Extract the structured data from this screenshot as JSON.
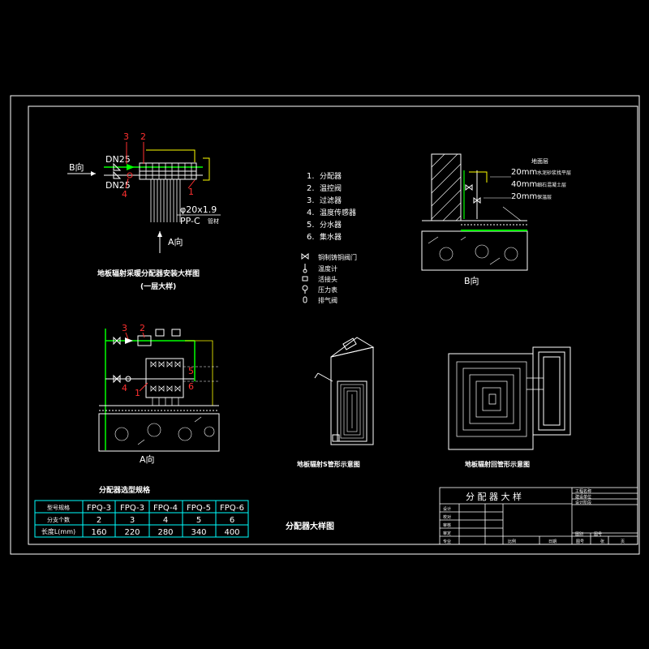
{
  "colors": {
    "background": "#000000",
    "line_white": "#ffffff",
    "pipe_green": "#00ff00",
    "label_red": "#ff3030",
    "leader_yellow": "#ffff00",
    "dim_cyan": "#00ffff"
  },
  "detail_plan": {
    "direction_b": "B向",
    "dn_top": "DN25",
    "dn_bottom": "DN25",
    "callout_3": "3",
    "callout_2": "2",
    "callout_1": "1",
    "callout_4": "4",
    "pipe_spec": "φ20x1.9",
    "pipe_material": "PP-C",
    "pipe_material_suffix": "管材",
    "direction_a": "A向",
    "title": "地板辐射采暖分配器安装大样图",
    "subtitle": "(一层大样)"
  },
  "legend": {
    "items": [
      {
        "num": "1.",
        "label": "分配器"
      },
      {
        "num": "2.",
        "label": "温控阀"
      },
      {
        "num": "3.",
        "label": "过滤器"
      },
      {
        "num": "4.",
        "label": "温度传感器"
      },
      {
        "num": "5.",
        "label": "分水器"
      },
      {
        "num": "6.",
        "label": "集水器"
      }
    ],
    "symbols": [
      {
        "icon": "gate-valve-icon",
        "label": "铜制铸铜阀门"
      },
      {
        "icon": "thermometer-icon",
        "label": "温度计"
      },
      {
        "icon": "joint-icon",
        "label": "活接头"
      },
      {
        "icon": "pressure-gauge-icon",
        "label": "压力表"
      },
      {
        "icon": "air-vent-icon",
        "label": "排气阀"
      }
    ]
  },
  "section_b": {
    "layer_header": "地面层",
    "layers": [
      {
        "thickness": "20mm",
        "name": "水泥砂浆找平层"
      },
      {
        "thickness": "40mm",
        "name": "细石混凝土层"
      },
      {
        "thickness": "20mm",
        "name": "保温层"
      }
    ],
    "caption": "B向"
  },
  "elevation_a": {
    "callout_3": "3",
    "callout_2": "2",
    "callout_4": "4",
    "callout_1": "1",
    "callout_5": "5",
    "callout_6": "6",
    "caption": "A向"
  },
  "s_layout": {
    "caption": "地板辐射S管形示意图"
  },
  "spiral_layout": {
    "caption": "地板辐射回管形示意图"
  },
  "table": {
    "title": "分配器选型规格",
    "row_headers": [
      "型号规格",
      "分支个数",
      "长度L(mm)"
    ],
    "models": [
      "FPQ-3",
      "FPQ-3",
      "FPQ-4",
      "FPQ-5",
      "FPQ-6"
    ],
    "branches": [
      "2",
      "3",
      "4",
      "5",
      "6"
    ],
    "lengths": [
      "160",
      "220",
      "280",
      "340",
      "400"
    ]
  },
  "drawing_title": "分配器大样图",
  "title_block": {
    "title": "分 配 器 大 样",
    "right_labels": [
      "工程名称",
      "建设单位",
      "设计阶段"
    ],
    "left_labels": [
      "设计",
      "校对",
      "审核",
      "审定",
      "专业"
    ],
    "bottom_labels": [
      "比例",
      "日期",
      "图号",
      "张",
      "页"
    ],
    "side_labels": [
      "图别",
      "图号"
    ]
  }
}
